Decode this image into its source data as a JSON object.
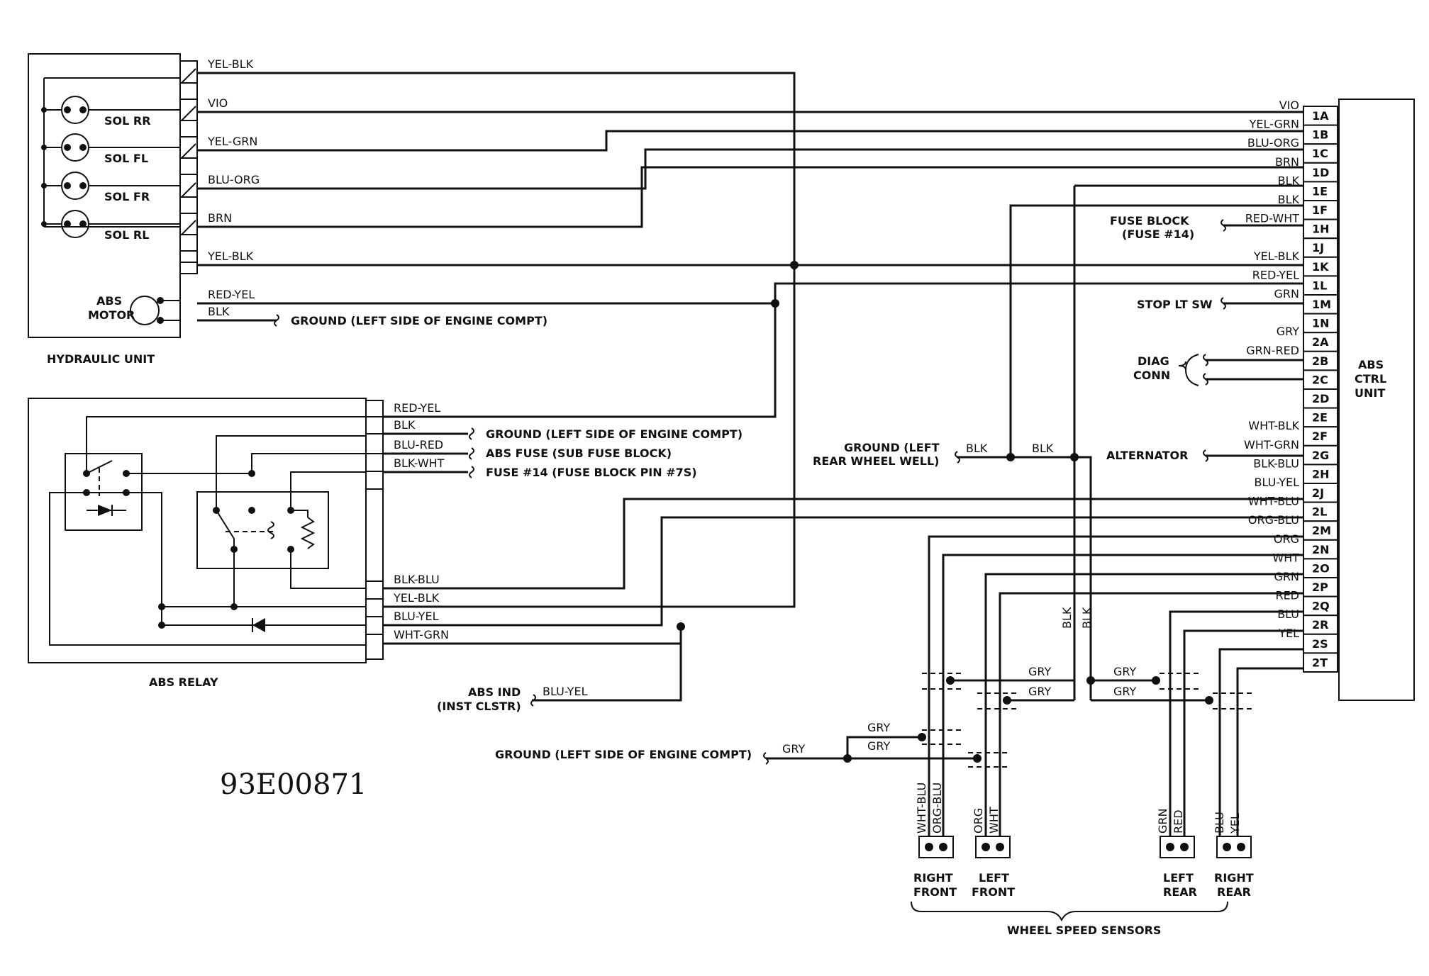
{
  "hydraulic_unit": {
    "title": "HYDRAULIC UNIT",
    "solenoids": [
      "SOL RR",
      "SOL FL",
      "SOL FR",
      "SOL RL"
    ],
    "motor_line1": "ABS",
    "motor_line2": "MOTOR",
    "wires": [
      "YEL-BLK",
      "VIO",
      "YEL-GRN",
      "BLU-ORG",
      "BRN",
      "YEL-BLK",
      "RED-YEL",
      "BLK"
    ],
    "ground": "GROUND (LEFT SIDE OF ENGINE COMPT)"
  },
  "abs_relay": {
    "title": "ABS RELAY",
    "wires_top": [
      "RED-YEL",
      "BLK",
      "BLU-RED",
      "BLK-WHT"
    ],
    "wires_bottom": [
      "BLK-BLU",
      "YEL-BLK",
      "BLU-YEL",
      "WHT-GRN"
    ],
    "ground": "GROUND (LEFT SIDE OF ENGINE COMPT)",
    "abs_fuse": "ABS FUSE (SUB FUSE BLOCK)",
    "fuse14": "FUSE #14 (FUSE BLOCK PIN #7S)"
  },
  "ctrl_unit": {
    "title_lines": [
      "ABS",
      "CTRL",
      "UNIT"
    ],
    "pins": [
      "1A",
      "1B",
      "1C",
      "1D",
      "1E",
      "1F",
      "1H",
      "1J",
      "1K",
      "1L",
      "1M",
      "1N",
      "2A",
      "2B",
      "2C",
      "2D",
      "2E",
      "2F",
      "2G",
      "2H",
      "2J",
      "2L",
      "2M",
      "2N",
      "2O",
      "2P",
      "2Q",
      "2R",
      "2S",
      "2T"
    ],
    "pin_wires": {
      "1A": "VIO",
      "1B": "YEL-GRN",
      "1C": "BLU-ORG",
      "1D": "BRN",
      "1E": "BLK",
      "1F": "BLK",
      "1H": "RED-WHT",
      "1K": "YEL-BLK",
      "1L": "RED-YEL",
      "1M": "GRN",
      "2A": "GRY",
      "2B": "GRN-RED",
      "2F": "WHT-BLK",
      "2G": "WHT-GRN",
      "2H": "BLK-BLU",
      "2J": "BLU-YEL",
      "2L": "WHT-BLU",
      "2M": "ORG-BLU",
      "2N": "ORG",
      "2O": "WHT",
      "2P": "GRN",
      "2Q": "RED",
      "2R": "BLU",
      "2S": "YEL"
    }
  },
  "external": {
    "fuse_block_line1": "FUSE BLOCK",
    "fuse_block_line2": "(FUSE #14)",
    "stop_lt_sw": "STOP LT SW",
    "diag_conn_line1": "DIAG",
    "diag_conn_line2": "CONN",
    "alternator": "ALTERNATOR",
    "ground_rear_line1": "GROUND (LEFT",
    "ground_rear_line2": "REAR WHEEL WELL)",
    "blk": "BLK",
    "abs_ind_line1": "ABS IND",
    "abs_ind_line2": "(INST CLSTR)",
    "abs_ind_wire": "BLU-YEL",
    "ground_engine": "GROUND (LEFT SIDE OF ENGINE COMPT)",
    "gry": "GRY"
  },
  "sensors": {
    "title": "WHEEL SPEED SENSORS",
    "items": [
      {
        "line1": "RIGHT",
        "line2": "FRONT",
        "wire_a": "WHT-BLU",
        "wire_b": "ORG-BLU"
      },
      {
        "line1": "LEFT",
        "line2": "FRONT",
        "wire_a": "ORG",
        "wire_b": "WHT"
      },
      {
        "line1": "LEFT",
        "line2": "REAR",
        "wire_a": "GRN",
        "wire_b": "RED"
      },
      {
        "line1": "RIGHT",
        "line2": "REAR",
        "wire_a": "BLU",
        "wire_b": "YEL"
      }
    ]
  },
  "figure_id": "93E00871"
}
